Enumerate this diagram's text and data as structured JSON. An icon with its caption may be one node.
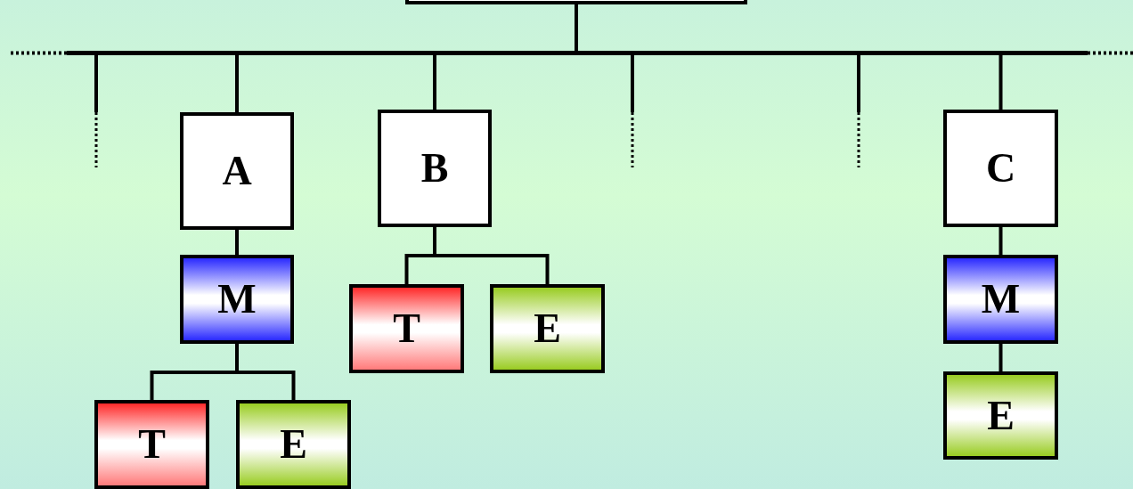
{
  "diagram": {
    "nodes": [
      {
        "text": [],
        "shape": "box"
      },
      {
        "text": [],
        "shape": "bar"
      },
      {
        "text": [
          "A"
        ]
      },
      {
        "text": [
          "M"
        ]
      },
      {
        "text": [
          "T"
        ]
      },
      {
        "text": [
          "E"
        ]
      },
      {
        "text": [
          "B"
        ]
      },
      {
        "text": [
          "T"
        ]
      },
      {
        "text": [
          "E"
        ]
      },
      {
        "text": [
          "C"
        ]
      },
      {
        "text": [
          "M"
        ]
      },
      {
        "text": [
          "E"
        ]
      }
    ],
    "edges": [
      {
        "from": 0,
        "to": 1,
        "arrow": "none"
      },
      {
        "from": 1,
        "to": null,
        "arrow": "none"
      },
      {
        "from": 1,
        "to": 2,
        "arrow": "none"
      },
      {
        "from": 1,
        "to": 6,
        "arrow": "none"
      },
      {
        "from": 1,
        "to": null,
        "arrow": "none"
      },
      {
        "from": 1,
        "to": null,
        "arrow": "none"
      },
      {
        "from": 1,
        "to": 9,
        "arrow": "none"
      },
      {
        "from": 2,
        "to": 3,
        "arrow": "none"
      },
      {
        "from": 3,
        "to": 4,
        "arrow": "none"
      },
      {
        "from": 3,
        "to": 5,
        "arrow": "none"
      },
      {
        "from": 6,
        "to": 7,
        "arrow": "none"
      },
      {
        "from": 6,
        "to": 8,
        "arrow": "none"
      },
      {
        "from": 9,
        "to": 10,
        "arrow": "none"
      },
      {
        "from": 10,
        "to": 11,
        "arrow": "none"
      }
    ]
  }
}
